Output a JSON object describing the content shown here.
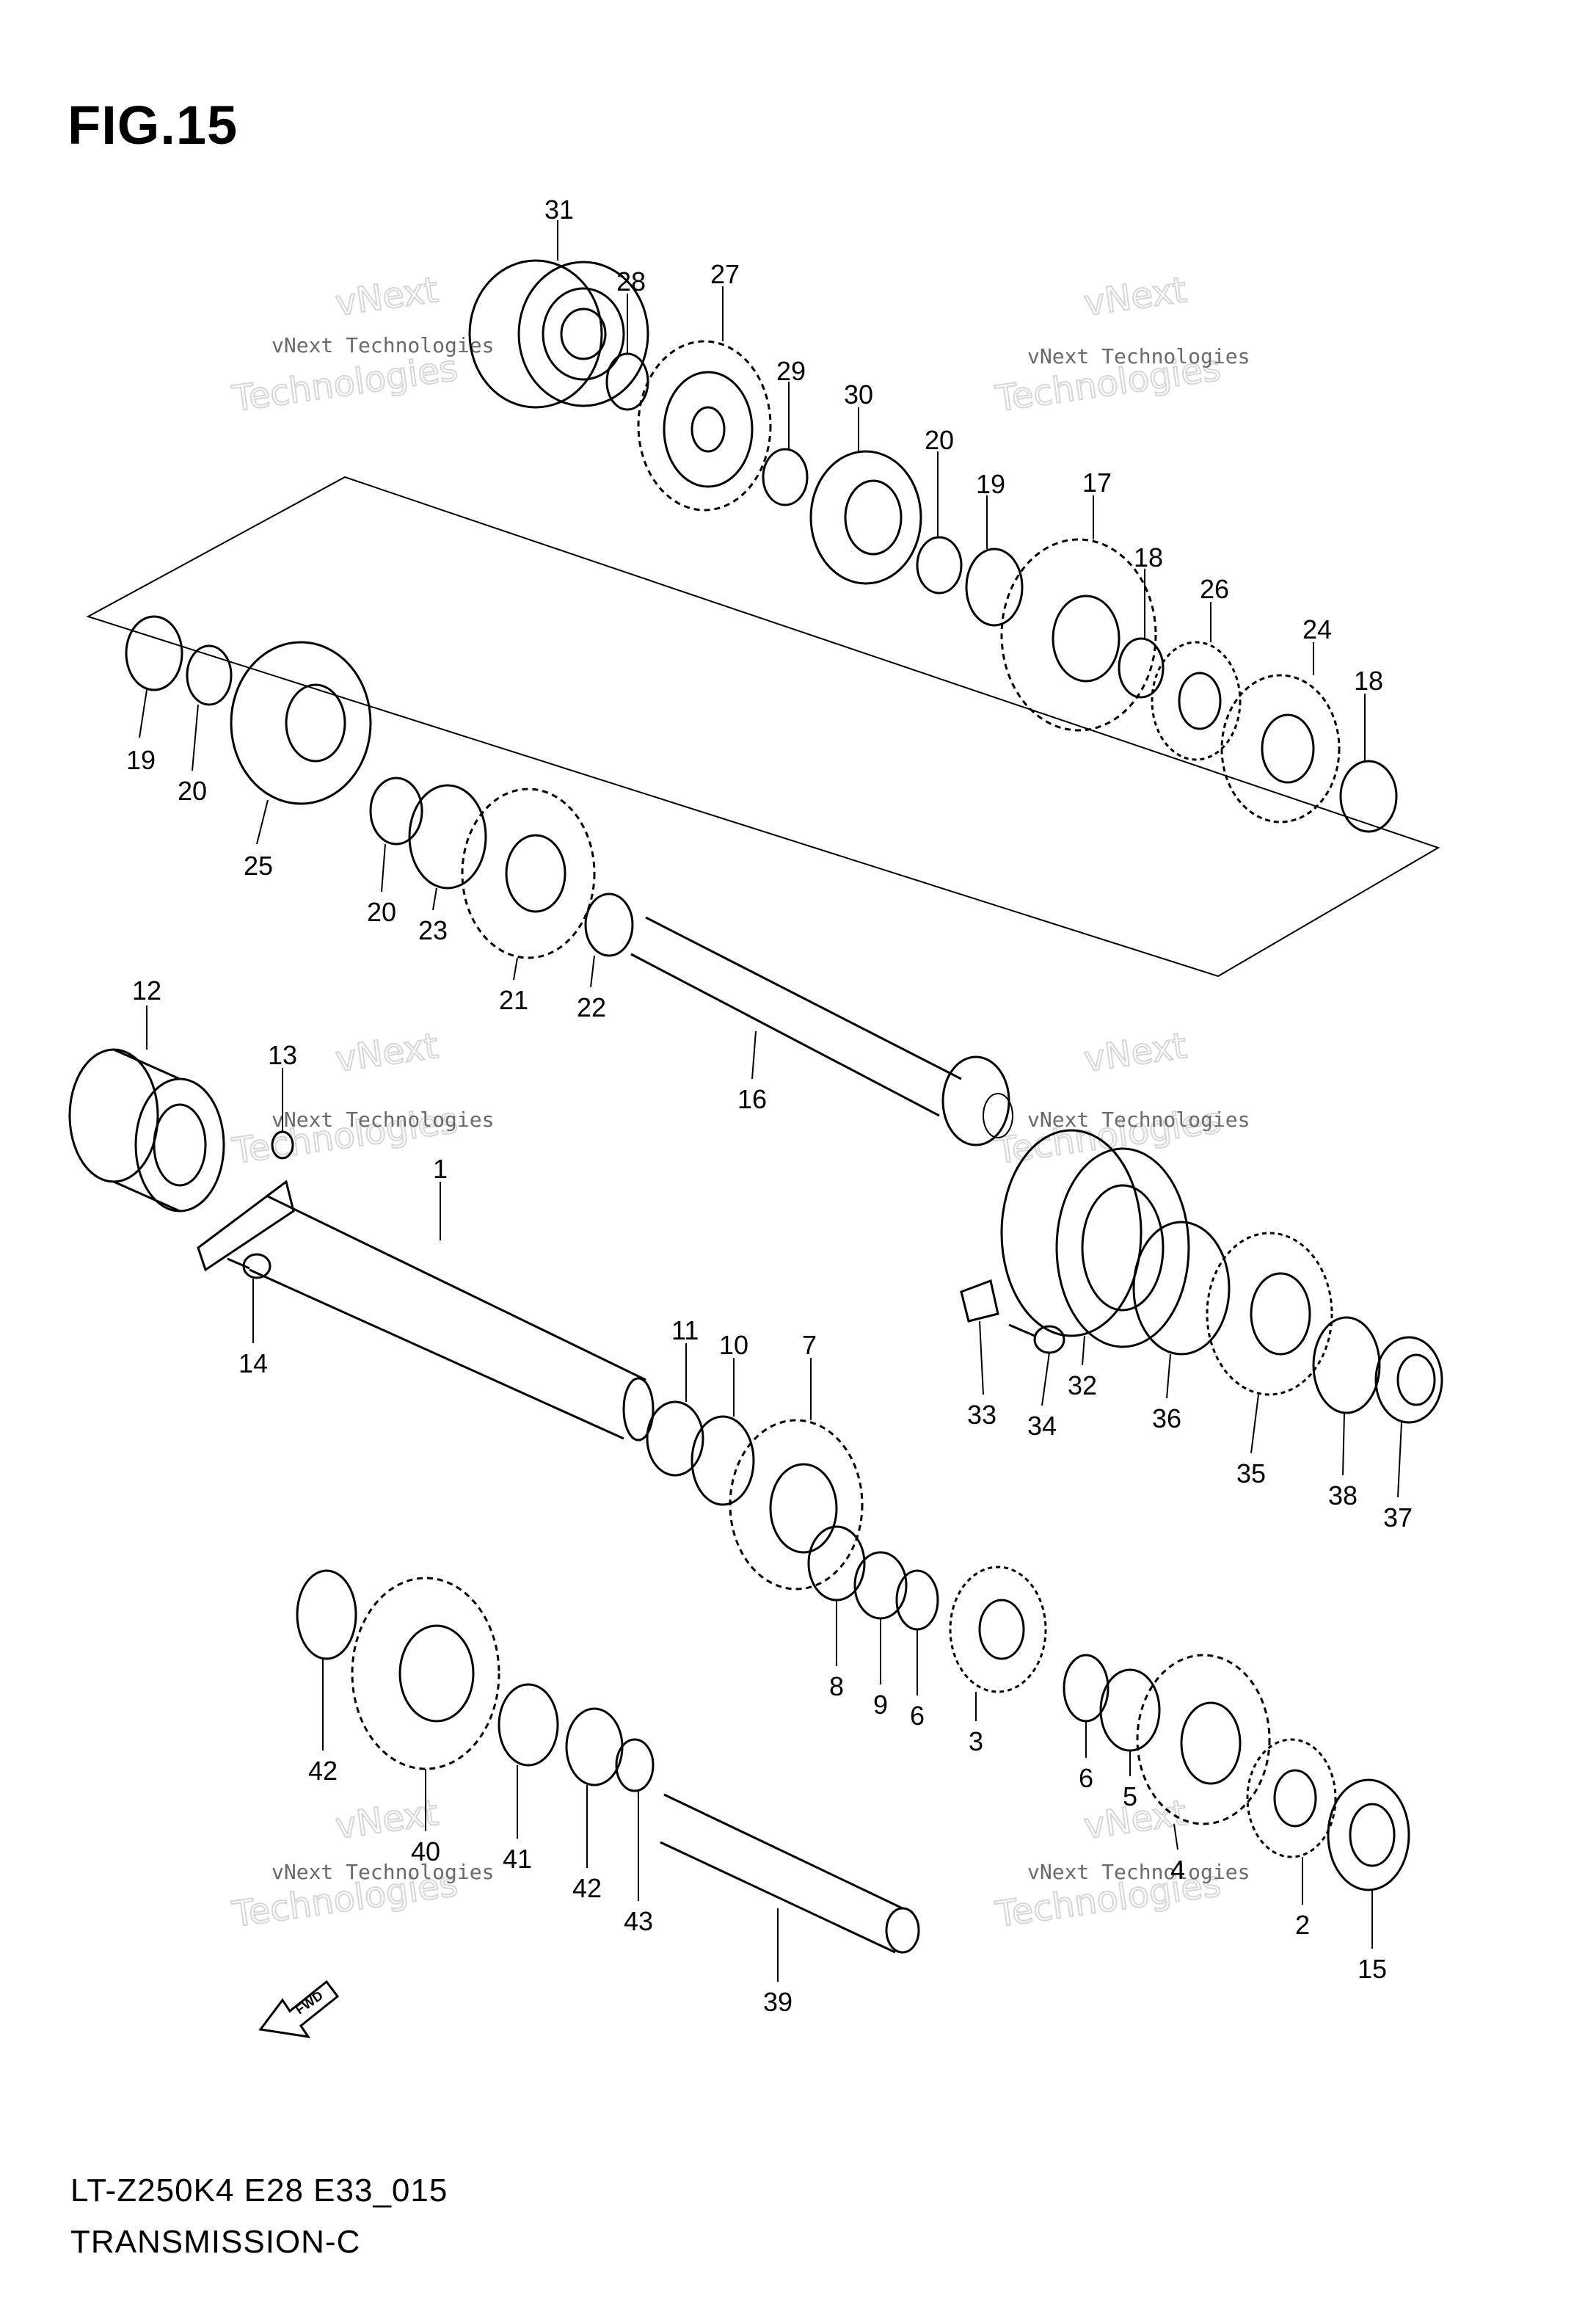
{
  "figure": {
    "title": "FIG.15",
    "model_code": "LT-Z250K4 E28 E33_015",
    "section_title": "TRANSMISSION-C"
  },
  "watermark": {
    "line1": "vNext Technologies",
    "line2": "Technologies",
    "line3": "vNext"
  },
  "fwd_label": "FWD",
  "callouts": [
    {
      "id": "c31",
      "number": "31"
    },
    {
      "id": "c28",
      "number": "28"
    },
    {
      "id": "c27",
      "number": "27"
    },
    {
      "id": "c29",
      "number": "29"
    },
    {
      "id": "c30",
      "number": "30"
    },
    {
      "id": "c20a",
      "number": "20"
    },
    {
      "id": "c19a",
      "number": "19"
    },
    {
      "id": "c17",
      "number": "17"
    },
    {
      "id": "c18a",
      "number": "18"
    },
    {
      "id": "c26",
      "number": "26"
    },
    {
      "id": "c24",
      "number": "24"
    },
    {
      "id": "c18b",
      "number": "18"
    },
    {
      "id": "c19b",
      "number": "19"
    },
    {
      "id": "c20b",
      "number": "20"
    },
    {
      "id": "c25",
      "number": "25"
    },
    {
      "id": "c20c",
      "number": "20"
    },
    {
      "id": "c23",
      "number": "23"
    },
    {
      "id": "c21",
      "number": "21"
    },
    {
      "id": "c22",
      "number": "22"
    },
    {
      "id": "c16",
      "number": "16"
    },
    {
      "id": "c12",
      "number": "12"
    },
    {
      "id": "c13",
      "number": "13"
    },
    {
      "id": "c1",
      "number": "1"
    },
    {
      "id": "c14",
      "number": "14"
    },
    {
      "id": "c11",
      "number": "11"
    },
    {
      "id": "c10",
      "number": "10"
    },
    {
      "id": "c7",
      "number": "7"
    },
    {
      "id": "c33",
      "number": "33"
    },
    {
      "id": "c34",
      "number": "34"
    },
    {
      "id": "c32",
      "number": "32"
    },
    {
      "id": "c36",
      "number": "36"
    },
    {
      "id": "c35",
      "number": "35"
    },
    {
      "id": "c38",
      "number": "38"
    },
    {
      "id": "c37",
      "number": "37"
    },
    {
      "id": "c8",
      "number": "8"
    },
    {
      "id": "c9",
      "number": "9"
    },
    {
      "id": "c6a",
      "number": "6"
    },
    {
      "id": "c3",
      "number": "3"
    },
    {
      "id": "c42a",
      "number": "42"
    },
    {
      "id": "c40",
      "number": "40"
    },
    {
      "id": "c41",
      "number": "41"
    },
    {
      "id": "c42b",
      "number": "42"
    },
    {
      "id": "c43",
      "number": "43"
    },
    {
      "id": "c39",
      "number": "39"
    },
    {
      "id": "c6b",
      "number": "6"
    },
    {
      "id": "c5",
      "number": "5"
    },
    {
      "id": "c4",
      "number": "4"
    },
    {
      "id": "c2",
      "number": "2"
    },
    {
      "id": "c15",
      "number": "15"
    }
  ]
}
